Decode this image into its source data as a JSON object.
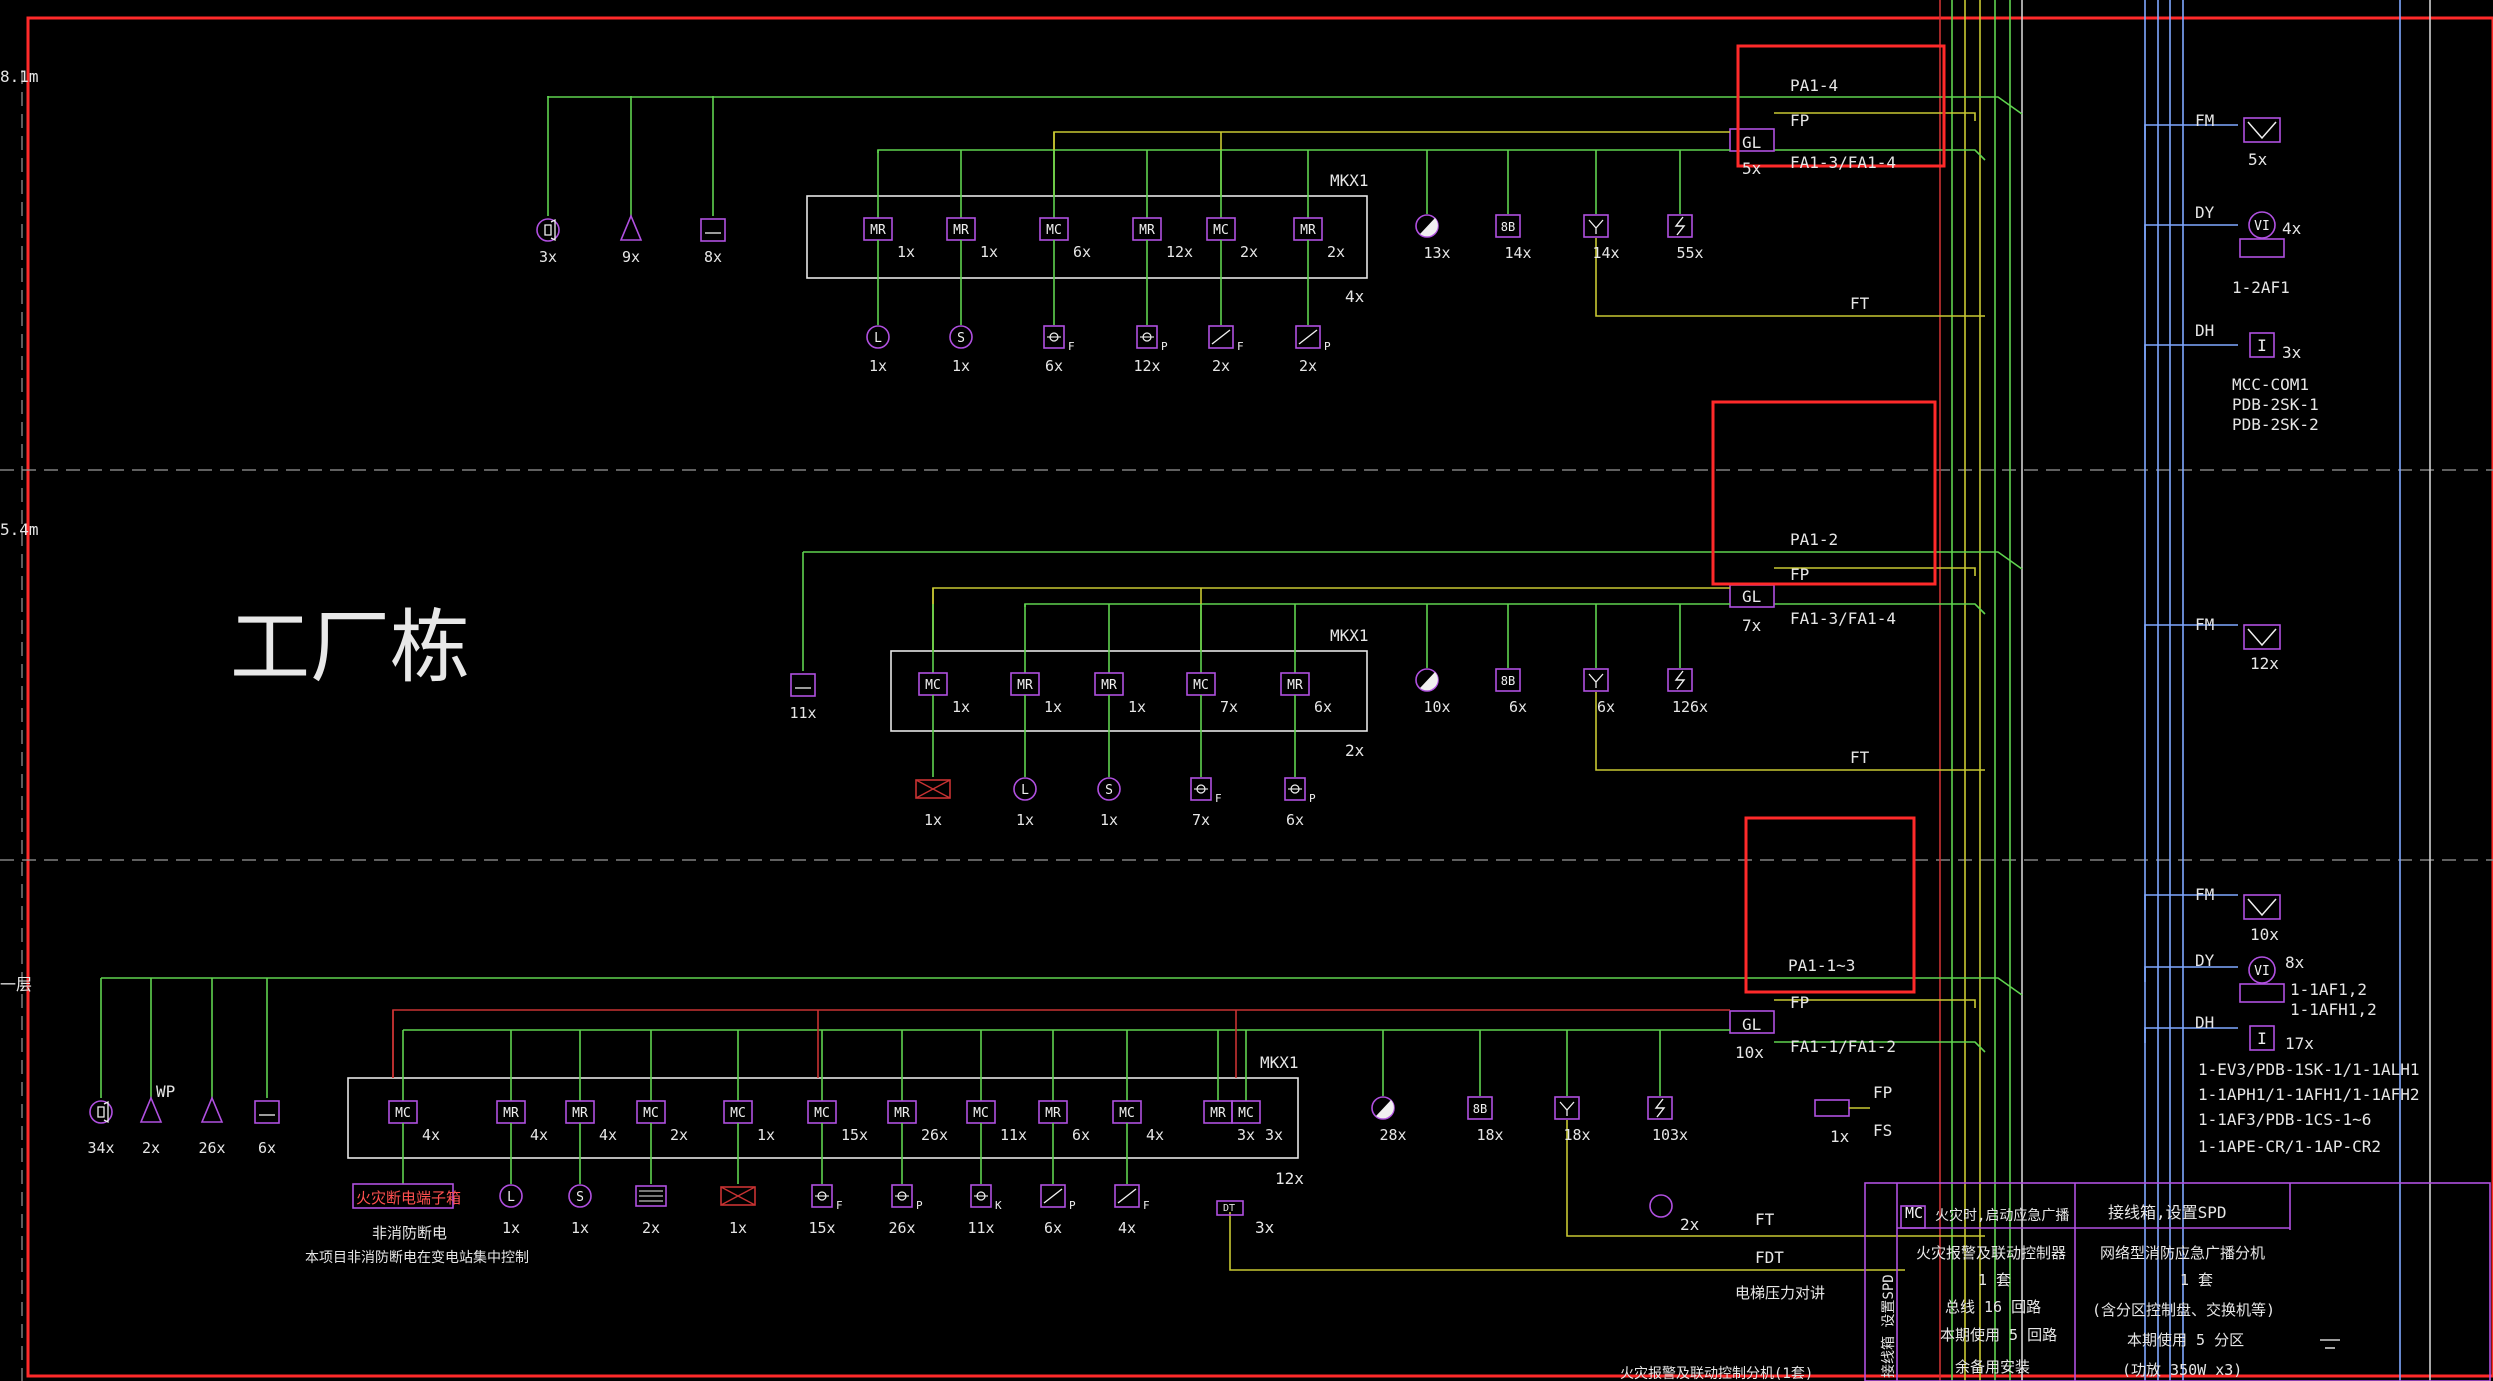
{
  "floors": [
    {
      "level": "8.1m"
    },
    {
      "level": "5.4m"
    },
    {
      "level": "一层"
    }
  ],
  "building_name": "工厂栋",
  "rows": [
    {
      "risers": {
        "pa": "PA1-4",
        "fp": "FP",
        "gl_label": "GL",
        "gl_count": "5x",
        "fa": "FA1-3/FA1-4",
        "ft": "FT"
      },
      "left_devices": [
        {
          "symbol": "q]",
          "count": "3x"
        },
        {
          "symbol": "tri",
          "count": "9x"
        },
        {
          "symbol": "box",
          "count": "8x"
        }
      ],
      "box_label": "MKX1",
      "box_count": "4x",
      "modules": [
        {
          "code": "MR",
          "count": "1x",
          "device": "L",
          "device_count": "1x"
        },
        {
          "code": "MR",
          "count": "1x",
          "device": "S",
          "device_count": "1x"
        },
        {
          "code": "MC",
          "count": "6x",
          "device": "valve-F",
          "device_count": "6x"
        },
        {
          "code": "MR",
          "count": "12x",
          "device": "valve-P",
          "device_count": "12x"
        },
        {
          "code": "MC",
          "count": "2x",
          "device": "damper-F",
          "device_count": "2x"
        },
        {
          "code": "MR",
          "count": "2x",
          "device": "damper-P",
          "device_count": "2x"
        }
      ],
      "right_devices": [
        {
          "symbol": "smoke",
          "count": "13x"
        },
        {
          "symbol": "heat",
          "count": "14x"
        },
        {
          "symbol": "alarm",
          "count": "14x"
        },
        {
          "symbol": "button",
          "count": "55x"
        }
      ]
    },
    {
      "risers": {
        "pa": "PA1-2",
        "fp": "FP",
        "gl_label": "GL",
        "gl_count": "7x",
        "fa": "FA1-3/FA1-4",
        "ft": "FT"
      },
      "left_devices": [
        {
          "symbol": "box",
          "count": "11x"
        }
      ],
      "box_label": "MKX1",
      "box_count": "2x",
      "modules": [
        {
          "code": "MC",
          "count": "1x",
          "device": "red-door",
          "device_count": "1x"
        },
        {
          "code": "MR",
          "count": "1x",
          "device": "L",
          "device_count": "1x"
        },
        {
          "code": "MR",
          "count": "1x",
          "device": "S",
          "device_count": "1x"
        },
        {
          "code": "MC",
          "count": "7x",
          "device": "valve-F",
          "device_count": "7x"
        },
        {
          "code": "MR",
          "count": "6x",
          "device": "valve-P",
          "device_count": "6x"
        }
      ],
      "right_devices": [
        {
          "symbol": "smoke",
          "count": "10x"
        },
        {
          "symbol": "heat",
          "count": "6x"
        },
        {
          "symbol": "alarm",
          "count": "6x"
        },
        {
          "symbol": "button",
          "count": "126x"
        }
      ]
    },
    {
      "risers": {
        "pa": "PA1-1~3",
        "fp": "FP",
        "gl_label": "GL",
        "gl_count": "10x",
        "fa": "FA1-1/FA1-2",
        "ft": "FT",
        "fdt": "FDT",
        "fs": "FS",
        "fp2": "FP"
      },
      "left_devices": [
        {
          "symbol": "q]",
          "count": "34x",
          "tag": ""
        },
        {
          "symbol": "tri",
          "count": "2x",
          "tag": "WP"
        },
        {
          "symbol": "tri",
          "count": "26x",
          "tag": ""
        },
        {
          "symbol": "box",
          "count": "6x",
          "tag": ""
        }
      ],
      "box_label": "MKX1",
      "box_count": "12x",
      "modules": [
        {
          "code": "MC",
          "count": "4x",
          "device": "text-box",
          "device_count": ""
        },
        {
          "code": "MR",
          "count": "4x",
          "device": "L",
          "device_count": "1x"
        },
        {
          "code": "MR",
          "count": "4x",
          "device": "S",
          "device_count": "1x"
        },
        {
          "code": "MC",
          "count": "2x",
          "device": "shutter",
          "device_count": "2x"
        },
        {
          "code": "MC",
          "count": "1x",
          "device": "red-door",
          "device_count": "1x"
        },
        {
          "code": "MC",
          "count": "15x",
          "device": "valve-F",
          "device_count": "15x"
        },
        {
          "code": "MR",
          "count": "26x",
          "device": "valve-P",
          "device_count": "26x"
        },
        {
          "code": "MC",
          "count": "11x",
          "device": "valve-K",
          "device_count": "11x"
        },
        {
          "code": "MR",
          "count": "6x",
          "device": "damper-P",
          "device_count": "6x"
        },
        {
          "code": "MC",
          "count": "4x",
          "device": "damper-F",
          "device_count": "4x"
        },
        {
          "code": "MR",
          "count": "3x",
          "device": "",
          "device_count": ""
        },
        {
          "code": "MC",
          "count": "3x",
          "device": "",
          "device_count": ""
        }
      ],
      "text_box": "火灾断电端子箱",
      "note_1": "非消防断电",
      "note_2": "本项目非消防断电在变电站集中控制",
      "dt_label": "DT",
      "dt_count": "3x",
      "right_devices": [
        {
          "symbol": "smoke",
          "count": "28x"
        },
        {
          "symbol": "heat",
          "count": "18x"
        },
        {
          "symbol": "alarm",
          "count": "18x"
        },
        {
          "symbol": "button",
          "count": "103x"
        }
      ],
      "phone_count": "2x",
      "fs_count": "1x",
      "pressure_label": "电梯压力对讲"
    }
  ],
  "right_panel": {
    "row1": [
      {
        "line": "FM",
        "count": "5x"
      },
      {
        "line": "DY",
        "count": "4x",
        "sub": "1-2AF1"
      },
      {
        "line": "DH",
        "count": "3x",
        "texts": [
          "MCC-COM1",
          "PDB-2SK-1",
          "PDB-2SK-2"
        ]
      }
    ],
    "row2": [
      {
        "line": "FM",
        "count": "12x"
      }
    ],
    "row3": [
      {
        "line": "FM",
        "count": "10x"
      },
      {
        "line": "DY",
        "count": "8x",
        "texts": [
          "1-1AF1,2",
          "1-1AFH1,2"
        ]
      },
      {
        "line": "DH",
        "count": "17x",
        "texts": [
          "1-EV3/PDB-1SK-1/1-1ALH1",
          "1-1APH1/1-1AFH1/1-1AFH2",
          "1-1AF3/PDB-1CS-1~6",
          "1-1APE-CR/1-1AP-CR2"
        ]
      }
    ]
  },
  "controller": {
    "mc_label": "MC",
    "mc_text": "火灾时,启动应急广播",
    "header_right": "接线箱,设置SPD",
    "left_lines": [
      "火灾报警及联动控制器",
      "1 套",
      "总线 16 回路",
      "本期使用 5 回路",
      "余备用安装"
    ],
    "right_lines": [
      "网络型消防应急广播分机",
      "1 套",
      "(含分区控制盘、交换机等)",
      "本期使用 5 分区",
      "(功放 350W x3)"
    ],
    "side_text": "接线箱 设置SPD",
    "bottom_caption": "火灾报警及联动控制分机(1套)"
  },
  "colors": {
    "background": "#000000",
    "wire_green": "#5fd34f",
    "wire_yellow": "#c8c832",
    "wire_red": "#c83232",
    "symbol_purple": "#b050e0",
    "riser_blue": "#7fa8ff",
    "highlight_red": "#ff2a2a"
  }
}
